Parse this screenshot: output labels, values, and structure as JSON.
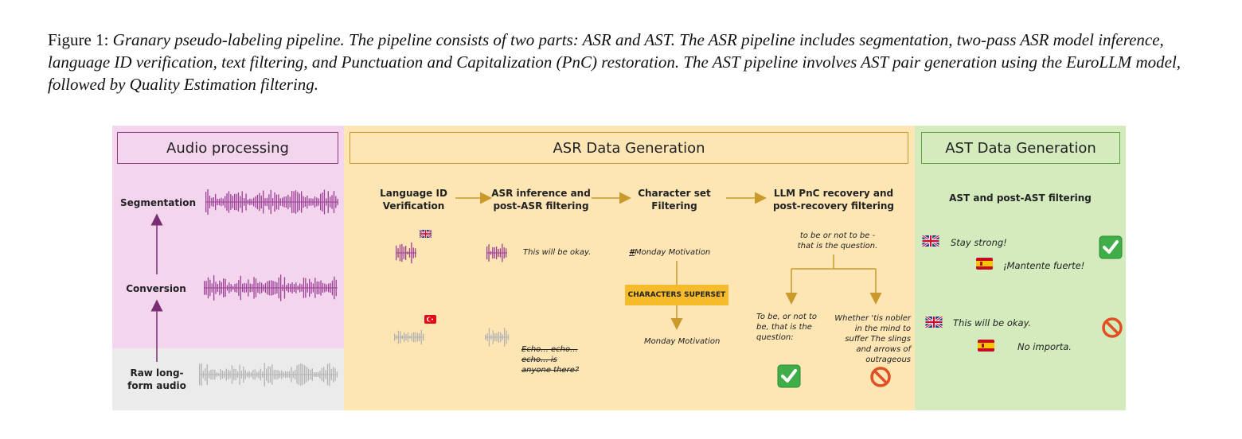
{
  "caption": {
    "lead": "Figure 1: ",
    "body": "Granary pseudo-labeling pipeline. The pipeline consists of two parts: ASR and AST. The ASR pipeline includes segmentation, two-pass ASR model inference, language ID verification, text filtering, and Punctuation and Capitalization (PnC) restoration. The AST pipeline involves AST pair generation using the EuroLLM model, followed by Quality Estimation filtering."
  },
  "audio": {
    "title": "Audio processing",
    "steps": {
      "segmentation": "Segmentation",
      "conversion": "Conversion",
      "raw": "Raw long-form audio"
    }
  },
  "asr": {
    "title": "ASR Data Generation",
    "steps": {
      "lang_id": "Language ID Verification",
      "inference": "ASR inference and post-ASR filtering",
      "charset": "Character set Filtering",
      "pnc": "LLM PnC recovery and post-recovery filtering"
    },
    "examples": {
      "okay": "This will be okay.",
      "echo": "Echo... echo... echo... is anyone there?",
      "hash": "#",
      "monday_raw": "Monday Motivation",
      "superset": "CHARACTERS SUPERSET",
      "monday_clean": "Monday Motivation",
      "hamlet_in": "to be or not to be - that is the question.",
      "hamlet_good": "To be, or not to be, that is the question:",
      "hamlet_bad": "Whether 'tis nobler in the mind to suffer The slings and arrows of outrageous"
    }
  },
  "ast": {
    "title": "AST Data Generation",
    "subtitle": "AST and post-AST filtering",
    "pair1": {
      "en": "Stay strong!",
      "es": "¡Mantente fuerte!"
    },
    "pair2": {
      "en": "This will be okay.",
      "es": "No importa."
    }
  },
  "colors": {
    "audio_bg": "#f3d5ee",
    "asr_bg": "#fde6b4",
    "ast_bg": "#d3ebbd",
    "purple_wave": "#9c3f95",
    "gray_wave": "#b3b3b3",
    "gold": "#c99a2b",
    "superset": "#f5bb2a",
    "check": "#3fae49",
    "reject": "#e05020"
  },
  "icons": [
    "arrow-right-icon",
    "arrow-up-icon",
    "uk-flag-icon",
    "turkey-flag-icon",
    "spain-flag-icon",
    "check-icon",
    "prohibited-icon",
    "waveform-icon"
  ]
}
